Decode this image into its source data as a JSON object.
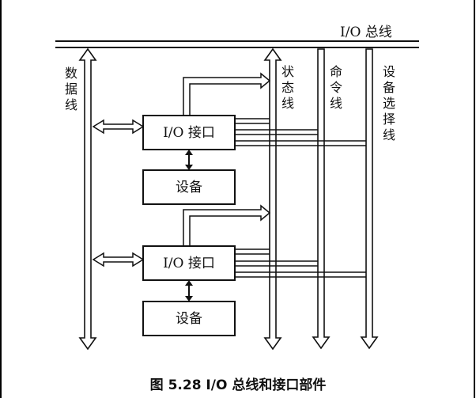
{
  "diagram": {
    "bus_title": "I/O 总线",
    "data_line_label": "数据线",
    "status_line_label": "状态线",
    "command_line_label": "命令线",
    "device_select_line_label": "设备选择线",
    "modules": [
      {
        "interface_label": "I/O 接口",
        "device_label": "设备"
      },
      {
        "interface_label": "I/O 接口",
        "device_label": "设备"
      }
    ]
  },
  "caption": "图 5.28  I/O 总线和接口部件"
}
